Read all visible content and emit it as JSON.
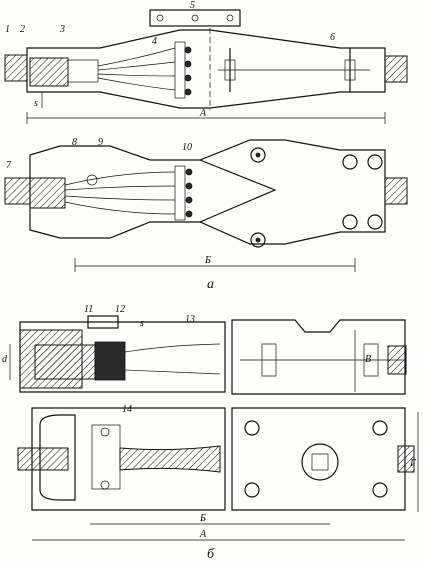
{
  "callouts_a": [
    "1",
    "2",
    "3",
    "4",
    "5",
    "6",
    "7",
    "8",
    "9",
    "10"
  ],
  "callouts_b": [
    "11",
    "12",
    "13",
    "14"
  ],
  "dims_a": {
    "s": "s",
    "A": "A",
    "B": "Б"
  },
  "dims_b": {
    "d": "d",
    "s": "s",
    "B": "Б",
    "A": "A",
    "V": "В",
    "G": "Г"
  },
  "panel_labels": {
    "a": "а",
    "b": "б"
  }
}
